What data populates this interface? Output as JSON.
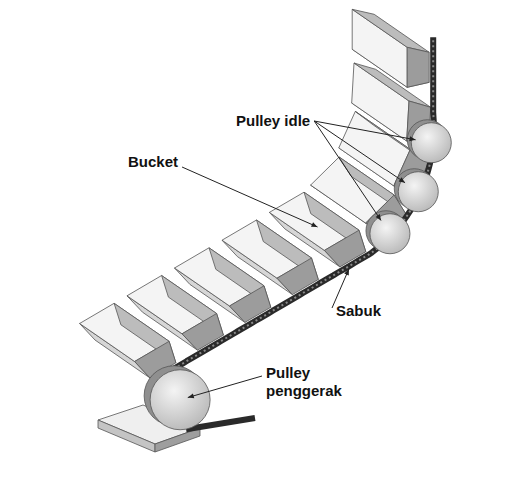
{
  "diagram": {
    "labels": [
      "Pulley idle",
      "Bucket",
      "Sabuk",
      "Pulley penggerak"
    ]
  }
}
